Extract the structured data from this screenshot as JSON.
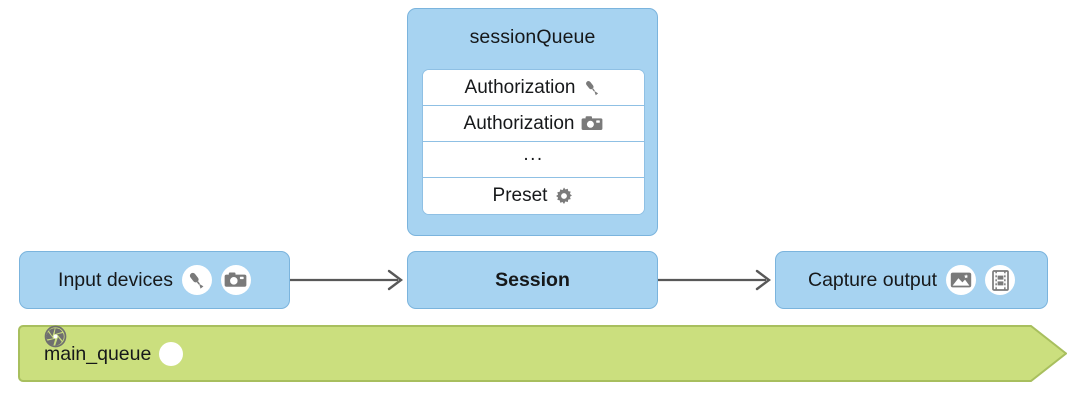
{
  "diagram": {
    "title_hidden": "",
    "colors": {
      "box_fill": "#a7d3f1",
      "box_border": "#7bb4dd",
      "list_fill": "#ffffff",
      "list_border": "#8fc0e4",
      "queue_fill": "#cbdf7e",
      "queue_border": "#a8bf5e",
      "arrow": "#585858",
      "text": "#16181a",
      "icon_gray": "#7a7a7a"
    },
    "session_queue": {
      "title": "sessionQueue",
      "items": [
        {
          "label": "Authorization",
          "icon": "microphone-icon"
        },
        {
          "label": "Authorization",
          "icon": "camera-icon"
        },
        {
          "label": "...",
          "icon": "none"
        },
        {
          "label": "Preset",
          "icon": "gear-icon"
        }
      ]
    },
    "flow": {
      "input_devices": {
        "label": "Input devices",
        "icons": [
          "microphone-icon",
          "camera-icon"
        ]
      },
      "session": {
        "label": "Session",
        "icons": []
      },
      "capture_output": {
        "label": "Capture output",
        "icons": [
          "photo-icon",
          "film-icon"
        ]
      },
      "arrows": [
        {
          "name": "input-to-session"
        },
        {
          "name": "session-to-capture"
        }
      ]
    },
    "main_queue": {
      "label": "main_queue",
      "icon": "aperture-icon"
    }
  }
}
